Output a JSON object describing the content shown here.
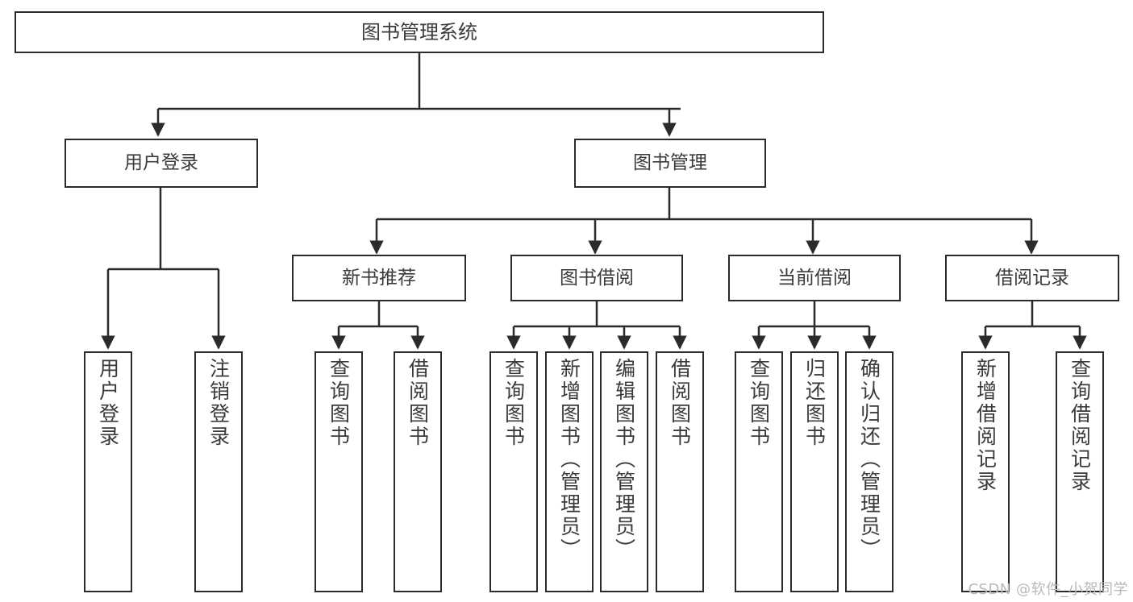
{
  "diagram": {
    "title": "图书管理系统",
    "type": "tree-hierarchy",
    "stroke_color": "#2b2b2b",
    "text_color": "#3a3a3a",
    "background_color": "#ffffff",
    "nodes": {
      "root": {
        "label": "图书管理系统"
      },
      "level2": [
        {
          "label": "用户登录"
        },
        {
          "label": "图书管理"
        }
      ],
      "level3": [
        {
          "label": "新书推荐"
        },
        {
          "label": "图书借阅"
        },
        {
          "label": "当前借阅"
        },
        {
          "label": "借阅记录"
        }
      ],
      "leaves": [
        {
          "label": "用户登录"
        },
        {
          "label": "注销登录"
        },
        {
          "label": "查询图书"
        },
        {
          "label": "借阅图书"
        },
        {
          "label": "查询图书"
        },
        {
          "label": "新增图书（管理员）"
        },
        {
          "label": "编辑图书（管理员）"
        },
        {
          "label": "借阅图书"
        },
        {
          "label": "查询图书"
        },
        {
          "label": "归还图书"
        },
        {
          "label": "确认归还（管理员）"
        },
        {
          "label": "新增借阅记录"
        },
        {
          "label": "查询借阅记录"
        }
      ]
    }
  },
  "watermark": {
    "text": "CSDN @软件_小贺同学"
  }
}
